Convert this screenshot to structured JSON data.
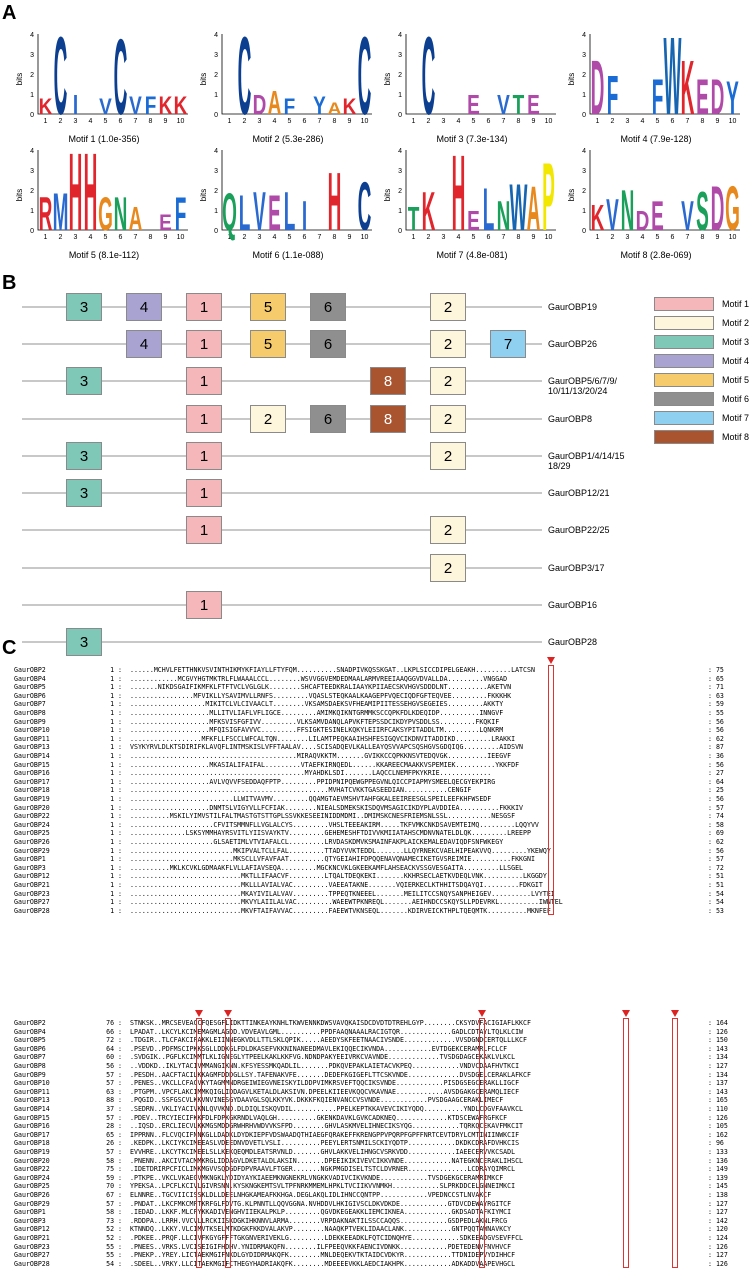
{
  "panels": {
    "a": "A",
    "b": "B",
    "c": "C"
  },
  "bits_label": "bits",
  "logo_ticks_y": [
    "0",
    "1",
    "2",
    "3",
    "4"
  ],
  "logo_ticks_x": [
    "1",
    "2",
    "3",
    "4",
    "5",
    "6",
    "7",
    "8",
    "9",
    "10"
  ],
  "motifs": [
    {
      "caption": "Motif 1 (1.0e-356)",
      "letters": [
        "K",
        "C",
        "I",
        "",
        "V",
        "C",
        "V",
        "F",
        "K",
        "K"
      ]
    },
    {
      "caption": "Motif 2 (5.3e-286)",
      "letters": [
        "",
        "C",
        "D",
        "A",
        "F",
        "",
        "Y",
        "A",
        "K",
        "C"
      ]
    },
    {
      "caption": "Motif 3 (7.3e-134)",
      "letters": [
        "",
        "C",
        "",
        "",
        "E",
        "",
        "V",
        "T",
        "E",
        ""
      ]
    },
    {
      "caption": "Motif 4 (7.9e-128)",
      "letters": [
        "D",
        "F",
        "",
        "",
        "F",
        "W",
        "K",
        "E",
        "D",
        "Y"
      ]
    },
    {
      "caption": "Motif 5 (8.1e-112)",
      "letters": [
        "R",
        "M",
        "H",
        "H",
        "G",
        "N",
        "A",
        "",
        "E",
        "F"
      ]
    },
    {
      "caption": "Motif 6 (1.1e-088)",
      "letters": [
        "Q",
        "L",
        "V",
        "E",
        "L",
        "I",
        "",
        "H",
        "",
        "C"
      ]
    },
    {
      "caption": "Motif 7 (4.8e-081)",
      "letters": [
        "T",
        "K",
        "",
        "H",
        "E",
        "L",
        "N",
        "W",
        "A",
        "P"
      ]
    },
    {
      "caption": "Motif 8 (2.8e-069)",
      "letters": [
        "K",
        "V",
        "N",
        "D",
        "E",
        "",
        "V",
        "S",
        "D",
        "G"
      ]
    }
  ],
  "motif_colors": {
    "1": "#f5b7b9",
    "2": "#fdf5dc",
    "3": "#7fc7b6",
    "4": "#a9a3d2",
    "5": "#f6cb6b",
    "6": "#8f8f8f",
    "7": "#8fd0f0",
    "8": "#a9532f"
  },
  "legend": [
    "Motif 1",
    "Motif 2",
    "Motif 3",
    "Motif 4",
    "Motif 5",
    "Motif 6",
    "Motif 7",
    "Motif 8"
  ],
  "motif_rows": [
    {
      "label": "GaurOBP19",
      "boxes": [
        {
          "m": 3,
          "n": "3"
        },
        {
          "m": 4,
          "n": "4"
        },
        {
          "m": 1,
          "n": "1"
        },
        {
          "m": 5,
          "n": "5"
        },
        {
          "m": 6,
          "n": "6"
        },
        {
          "m": 2,
          "n": "2"
        }
      ]
    },
    {
      "label": "GaurOBP26",
      "boxes": [
        {
          "m": 4,
          "n": "4"
        },
        {
          "m": 1,
          "n": "1"
        },
        {
          "m": 5,
          "n": "5"
        },
        {
          "m": 6,
          "n": "6"
        },
        {
          "m": 2,
          "n": "2"
        },
        {
          "m": 7,
          "n": "7"
        }
      ]
    },
    {
      "label": "GaurOBP5/6/7/9/\n10/11/13/20/24",
      "boxes": [
        {
          "m": 3,
          "n": "3"
        },
        {
          "m": 1,
          "n": "1"
        },
        {
          "m": 8,
          "n": "8"
        },
        {
          "m": 2,
          "n": "2"
        }
      ]
    },
    {
      "label": "GaurOBP8",
      "boxes": [
        {
          "m": 1,
          "n": "1"
        },
        {
          "m": 2,
          "n": "2"
        },
        {
          "m": 6,
          "n": "6"
        },
        {
          "m": 8,
          "n": "8"
        },
        {
          "m": 2,
          "n": "2"
        }
      ]
    },
    {
      "label": "GaurOBP1/4/14/15\n18/29",
      "boxes": [
        {
          "m": 3,
          "n": "3"
        },
        {
          "m": 1,
          "n": "1"
        },
        {
          "m": 2,
          "n": "2"
        }
      ]
    },
    {
      "label": "GaurOBP12/21",
      "boxes": [
        {
          "m": 3,
          "n": "3"
        },
        {
          "m": 1,
          "n": "1"
        }
      ]
    },
    {
      "label": "GaurOBP22/25",
      "boxes": [
        {
          "m": 1,
          "n": "1"
        },
        {
          "m": 2,
          "n": "2"
        }
      ]
    },
    {
      "label": "GaurOBP3/17",
      "boxes": [
        {
          "m": 2,
          "n": "2"
        }
      ]
    },
    {
      "label": "GaurOBP16",
      "boxes": [
        {
          "m": 1,
          "n": "1"
        }
      ]
    },
    {
      "label": "GaurOBP28",
      "boxes": [
        {
          "m": 3,
          "n": "3"
        }
      ]
    }
  ],
  "alignment1": [
    {
      "name": "GaurOBP2",
      "start": "1",
      "seq": "......MCHVLFETTHNKVSVINTHIKMYKFIAYLLFTYFQM..........SNADPIVKQSSKGAT..LKPLSICCDIPELGEAKH.........LATCSN",
      "end": "75"
    },
    {
      "name": "GaurOBP4",
      "start": "1",
      "seq": "............MCGVYHGTMKTRLFLWAAALCCL........WSVVGGVEMDEDMAALARMVREEIAAQGGVDVALLDA.........VNGGAD",
      "end": "65"
    },
    {
      "name": "GaurOBP5",
      "start": "1",
      "seq": ".......NIKDSGAIFIKMFKLFTFTVCLVGLGLK........SHCAFTEEDKRALIAAYKPIIAECSKVHGVSDDDLNT..........AKETVN",
      "end": "71"
    },
    {
      "name": "GaurOBP6",
      "start": "1",
      "seq": "................MFVIKLLYSAVIMVLLRNFS.........VQASLSTEQKAALKAAGEPFVQECIQDFGFTEQVEE.........FKKKHK",
      "end": "63"
    },
    {
      "name": "GaurOBP7",
      "start": "1",
      "seq": "...................MIKITCLVLCIVAACLT........VKSAMSDAEKSVFHEAMIPIITESSEHGVSEGEIES.........AKKTY",
      "end": "59"
    },
    {
      "name": "GaurOBP8",
      "start": "1",
      "seq": "....................MLLITVLIAFLVFLIGCE.........AMIMKQIKNTGRMMKSCCQPKFDLKDEQIDP..........INNGVF",
      "end": "55"
    },
    {
      "name": "GaurOBP9",
      "start": "1",
      "seq": "....................MFKSVISFGFIVV.........VLKSAMVDANQLAPVKFTEPSSDCIKDYPVSDDLSS.........FKQKIF",
      "end": "56"
    },
    {
      "name": "GaurOBP10",
      "start": "1",
      "seq": "....................MFQISIGFAVVVC.........FFSIGKTESINELKQKYLEIIRFCAKSYPITADDLTM.........LQNKRM",
      "end": "56"
    },
    {
      "name": "GaurOBP11",
      "start": "1",
      "seq": "..................MFKFLLFSCCLWFCALTQN........LILAMTPEQKAAIHSHFESIGQVCIKDNVITADDIKD.........LRAKKI",
      "end": "62"
    },
    {
      "name": "GaurOBP13",
      "start": "1",
      "seq": "VSYKYRVLDLKTSDIRIFKLAVQFLINTMSKISLVFFTAALAV....SCISADQEVLKALLEAYQSVVAPCSQSHGVSGDQIQG.........AIDSVN",
      "end": "87"
    },
    {
      "name": "GaurOBP14",
      "start": "1",
      "seq": "..........................................MIRAQVKKTM.......GVIKKCCQPKKNSVTEDQVGK..........IEEGVF",
      "end": "36"
    },
    {
      "name": "GaurOBP15",
      "start": "1",
      "seq": "....................MKASIALIFAIFAL.........VTAEFKIRNQEDL......KKAREECMAAKKVSPEMIEK..........YKKFDF",
      "end": "56"
    },
    {
      "name": "GaurOBP16",
      "start": "1",
      "seq": "............................................MYAHDKLSDI.......LAQCCLNEMFPKYKRIE.............",
      "end": "27"
    },
    {
      "name": "GaurOBP17",
      "start": "1",
      "seq": "....................AVLVQVVFSEDDAQFPTP.........PPIDPNIPQEWGPPEGVNLQICCPIAPMYSMEELQECGYEKPIRG",
      "end": "64"
    },
    {
      "name": "GaurOBP18",
      "start": "1",
      "seq": "..................................................MVHATCVKKTGASEEDIAN...........CENGIF",
      "end": "25"
    },
    {
      "name": "GaurOBP19",
      "start": "1",
      "seq": "..........................LLWITVAVMV.........QQAMGTAEVMSHVTAHFGKALEEIREESGLSPEILEEFKHFWSEDF",
      "end": "56"
    },
    {
      "name": "GaurOBP20",
      "start": "1",
      "seq": "....................DNMTSLVIGYVLLFCFIAK........NIEALSDMEKSKISDQVMSAGICIKDYPLAVDDIEA..........FKKKIV",
      "end": "57"
    },
    {
      "name": "GaurOBP22",
      "start": "1",
      "seq": "..........MSKILYIMVSTILFALTMASTGTSTTGPLSSVKKESEEINIDDMDMI..DMIMSKCNESFRIEMSNLSSL...........NESGSF",
      "end": "74"
    },
    {
      "name": "GaurOBP24",
      "start": "1",
      "seq": ".....................CFVITSMMNFLLVGLALCYS.........VHSLTEEEAKIRM.....TKFVMKCNKDSAVEMTEIMQ.........LQQYVV",
      "end": "58"
    },
    {
      "name": "GaurOBP25",
      "start": "1",
      "seq": "..............LSKSYMMHAYRSVITLYIISVAYKTV.........GEHEMESHFTDIVVKMIIATAHSCMDNVNATELDLQK.........LREEPP",
      "end": "69"
    },
    {
      "name": "GaurOBP26",
      "start": "1",
      "seq": ".....................GLSAETIMLVTVIAFALCL.........LRVDASKDMVKSMAINFAKPLAICKEMALEDAVIQDFSNFWKEGY",
      "end": "62"
    },
    {
      "name": "GaurOBP29",
      "start": "1",
      "seq": "..........................MKIPVALTCLLFAL.........TTADYVVKTEDDL.......LLQYRNEKCVAELHIPEAKVVQ.........YKEWQY",
      "end": "56"
    },
    {
      "name": "GaurOBP1",
      "start": "1",
      "seq": "..........................MKSCLLVFAVFAAT.........QTYGEIAHIFDPQQENAVQNAMECIKETGVSREIMIE..........FKKGNI",
      "end": "57"
    },
    {
      "name": "GaurOBP3",
      "start": "1",
      "seq": "..........MKLKCVKLGDMAAKFLVLLAFIAVSEQA.........MGCKNCVKLGKEEKAMFLAHSEACKVSSGVESGAITA.........LLSGEL",
      "end": "72"
    },
    {
      "name": "GaurOBP12",
      "start": "1",
      "seq": "............................MKTLLIFAACVF.........LTQALTDEQKEKI.......KKHRSECLAETKVDEQLVNK..........LKGGDY",
      "end": "51"
    },
    {
      "name": "GaurOBP21",
      "start": "1",
      "seq": "............................MKLLLAVIALVAC.........VAEEATAKNE.......VQIERKECLKTHHITSDQAYQI.........FDKGIT",
      "end": "51"
    },
    {
      "name": "GaurOBP23",
      "start": "1",
      "seq": "............................MKAYIVILALVAV.........TPPEQTKNEEEL.......MEILITCCSNQYSANPHEIGEV..........LVYTEI",
      "end": "54"
    },
    {
      "name": "GaurOBP27",
      "start": "1",
      "seq": "............................MKVYLAIILALVAC.........WAEEWTPKNREQL.......AEIHNDCCSKQYSLLPDEVRKL..........IWNTEL",
      "end": "54"
    },
    {
      "name": "GaurOBP28",
      "start": "1",
      "seq": "............................MKVFTAIFAVVAC.........FAEEWTVKNSEQL.......KDIRVEICKTHPLTQEQMTK..........MKNFEF",
      "end": "53"
    }
  ],
  "alignment2": [
    {
      "name": "GaurOBP2",
      "start": "76",
      "seq": "STNKSK..MRCSEVEACCFQESGFLIDKTTINKEAYKNHLTKWVENNKDWSVAVQKAISDCDVDTDTREHLGYP........CKSYDVFACIGIAFLKKCF",
      "end": "164"
    },
    {
      "name": "GaurOBP4",
      "start": "66",
      "seq": "LPADAT..LKCYLKCIMEMAGMLAGDD.VDVEAVLGML..........PPDFAAQNAAALRACIGTQR.............GADLCDTAYLTQLKLCIW",
      "end": "126"
    },
    {
      "name": "GaurOBP5",
      "start": "72",
      "seq": ".TDGIR..TLCFAKCIFAKKLEIINNEGKVDLLTTLSKLQPIK.....AEEDYSKFEETNAACIVSNDE.............VVSDGNDCERTQLLLKCF",
      "end": "150"
    },
    {
      "name": "GaurOBP6",
      "start": "64",
      "seq": ".PSEVD..PDFMSCIPKKSGLLDDKGLFDLDKASEFVKKNINANEEDMAVLEKIQQECIKVNDA............EVTDGEKCERAMRLFCLCF",
      "end": "143"
    },
    {
      "name": "GaurOBP7",
      "start": "60",
      "seq": ".SVDGIK..PGFLKCIMMTLKLIGNEGLYTPEELKAKLKKFVG.NDNDPAKYEEIVRKCVAVNDE.............TVSDGDAGCEKAKLVLKCL",
      "end": "134"
    },
    {
      "name": "GaurOBP8",
      "start": "56",
      "seq": "..VDDKD..IKLYTACIVMMANGIKNN.KFSYESSMKQADLIL.......PDKQVEPAKLAIETACVKPEQ............VNDVCDAAFHVTKCI",
      "end": "127"
    },
    {
      "name": "GaurOBP9",
      "start": "57",
      "seq": ".PESDH..AACFTACILKKAGMFDDDGLLSY.TAFENAKVFE.......DEDEFKGIGEFLTTCSKVNDE.............DVSDGELCERAKLAFKCF",
      "end": "134"
    },
    {
      "name": "GaurOBP10",
      "start": "57",
      "seq": ".PENES..VKCLLCFACVKYTAGMMNDRGEIWIEGVNEISKYILDDPVIMKRSVEFTQQCIKSVNDE............PISDGSEGCERAKLLIGCF",
      "end": "137"
    },
    {
      "name": "GaurOBP11",
      "start": "63",
      "seq": ".PTGPM..VPCFLAKCIMMKQIGLIDDAGVLKETALDLAKSIVN.DPEELKIIEEVKQQCVKAVNAE............AVSDGAKGCERAMQLIECF",
      "end": "143"
    },
    {
      "name": "GaurOBP13",
      "start": "88",
      "seq": ".PQGID..SSFGSCVLKKVNVINESGYDAAVGLSQLKKYVK.DKKKFKQIENVANCCVSVNDE............PVSDGAAGCERAKLIMECF",
      "end": "165"
    },
    {
      "name": "GaurOBP14",
      "start": "37",
      "seq": ".SEDRN..VKLIYACIVKNLQVVKND.DLDIQLISKQVDIL...........PPELKEPTKKAVEVCIKIYQDQ..........YNDLCDGVFAAVKCL",
      "end": "110"
    },
    {
      "name": "GaurOBP15",
      "start": "57",
      "seq": ".PDEV..TRCYIECIFKKFDLFDPKGKRNDLVAQLGH..........GKENKDAVKLGVKCADKNEQ.............KTDSCEWAFRGFKCF",
      "end": "126"
    },
    {
      "name": "GaurOBP16",
      "start": "28",
      "seq": "..IQSD..ERCLIECVLKKMGSMDDGRWHRHVWDVVKSFPD........GHVLASKMVELIHNECIKSYQG............TQRKQCEKAVFMKCIT",
      "end": "105"
    },
    {
      "name": "GaurOBP17",
      "start": "65",
      "seq": "IPPRNN..FLCVQCIFNNKGLLDADKLDYDKIEPFVDSWAADQTHIAEGFQRAKEFFKRENGPPVPQRPFGPFFNRTCEVTDRYLCMTINIINWKCIF",
      "end": "162"
    },
    {
      "name": "GaurOBP18",
      "start": "26",
      "seq": ".KEDPK..LKCIYKCIMEEASLVDEEDNVDVETLVSLI..........PEEYLERTSNMILSCKIYQDTP............DKDKCDRAFDVHKCIS",
      "end": "96"
    },
    {
      "name": "GaurOBP19",
      "start": "57",
      "seq": "EVVHRE..LKCYTKCIMEELSLLKEKQEQMDLEATSRVNLD.......GHVLAKKVELIHNGCVSRKVDD............IAEECERVVKCSADL",
      "end": "133"
    },
    {
      "name": "GaurOBP20",
      "start": "58",
      "seq": ".PNENN..AKCIVTACMMKRGLIDDAGVLDKETALDLAKSIN.......DPEEIKIKIVEVCIKKVNDE............NATEGKNCERAKLIHSCL",
      "end": "136"
    },
    {
      "name": "GaurOBP22",
      "start": "75",
      "seq": ".IDETDRIRPCFICLIMKMGVVSQDGDFDPVRAAVLFTGER.......NGKPMGDISELTSTCLDVRNER...............LCDRAYQIMRCL",
      "end": "149"
    },
    {
      "name": "GaurOBP24",
      "start": "59",
      "seq": ".PTKPE..VKCLVKAEGVMKNGKLYDIDYAYKIAEEMKNGNEKRLVNGKKVADIVCIKVKNDE............TVSDGEKGCERAMRIMKCF",
      "end": "139"
    },
    {
      "name": "GaurOBP25",
      "start": "70",
      "seq": "YPEKSA..LPCFLKCIVLGIVRSNN.KYSKNGKEMTSVLTPFNRKMMEMLHPKLTVCIIKVVNMKH............SLPRKDDCELGNNEIMKCI",
      "end": "145"
    },
    {
      "name": "GaurOBP26",
      "start": "67",
      "seq": "ELNNRE..TGCVIICISSKLDLLDEELNHGKAMEAFKKHGA.DEGLAKQLIDLIHNCCQNTPP............VPEDNCCSTLNVAKCF",
      "end": "138"
    },
    {
      "name": "GaurOBP29",
      "start": "57",
      "seq": ".PNDAT..LKCFMKCMFTKRFGLFDVTG.KLPNNTLLQQVGGNA.NVHDDVLHKIGIVSCLDKVDKDE............GTDVCDEWAYRGITCF",
      "end": "127"
    },
    {
      "name": "GaurOBP1",
      "start": "58",
      "seq": ".IEDAD..LKKF.MLCFYKKADIVENGHVIIEKALPKLP.........QGVDKEGEAKKLIEMCIKNEA............GKDSADTAFKIYMCI",
      "end": "127"
    },
    {
      "name": "GaurOBP3",
      "start": "73",
      "seq": ".RDDPA..LRRH.VVCVLLRCKIISKDGKIHKNNVLARMA........VRPDAKNAKTILSSCCAQQS............GSDPEDLAKNLFRCG",
      "end": "142"
    },
    {
      "name": "GaurOBP12",
      "start": "52",
      "seq": "KTNNDQ..LKKY.VLCIMVTKSELMTKDGKFKKDVALAKVP........NAAQKPTVEKLIDAACLANK............GNTPQQTAWNAVKCY",
      "end": "120"
    },
    {
      "name": "GaurOBP21",
      "start": "52",
      "seq": ".PDKEE..PRQF.LLCIVFKGYGFFFTGKGNVERIVEKLG.........LDEKKEEADKLFQTCIDNQHYE............SDKEEADGVSEVFFCL",
      "end": "124"
    },
    {
      "name": "GaurOBP23",
      "start": "55",
      "seq": ".PNEES..VRKS.LVCISEIGIFHDHV.YNIDRMAKQFN........ILFPEEQVKKFAENCIVDNKK............PDETEDENVFNVHVCF",
      "end": "126"
    },
    {
      "name": "GaurOBP27",
      "start": "55",
      "seq": ".PNEKP..YREY.LICTAEKMGIFNKDLGYDIDRMAKQFK........MNLDEQEKVTKTAIDCVDKYR............TTDNIDEPVYDIHHCF",
      "end": "127"
    },
    {
      "name": "GaurOBP28",
      "start": "54",
      "seq": ".SDEEL..VRKY.LLCITAEKMGIFCTHEGYHADRIAKQFK........MDEEEEVKKLAEDCIAKHPK............ADKADDVAAPEVHGCL",
      "end": "126"
    }
  ]
}
